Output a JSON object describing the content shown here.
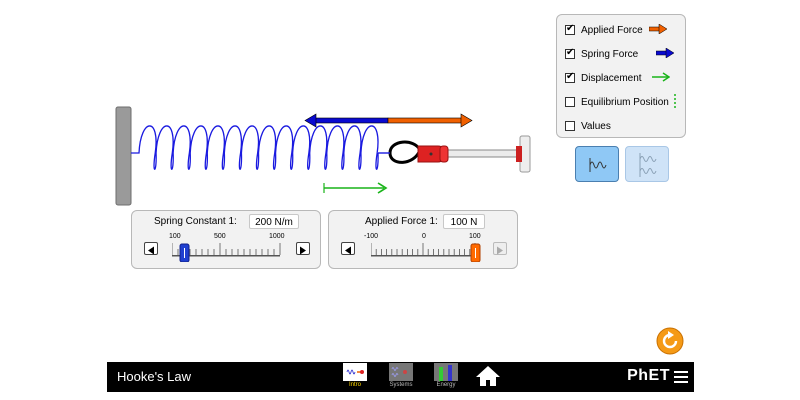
{
  "app": {
    "title": "Hooke's Law"
  },
  "checkboxes": [
    {
      "label": "Applied Force",
      "checked": true,
      "icon": "applied-force-arrow-icon",
      "color": "#f06000"
    },
    {
      "label": "Spring Force",
      "checked": true,
      "icon": "spring-force-arrow-icon",
      "color": "#0a0ad0"
    },
    {
      "label": "Displacement",
      "checked": true,
      "icon": "displacement-arrow-icon",
      "color": "#19b419"
    },
    {
      "label": "Equilibrium Position",
      "checked": false,
      "icon": "equilibrium-line-icon",
      "color": "#19b419"
    },
    {
      "label": "Values",
      "checked": false,
      "icon": "",
      "color": ""
    }
  ],
  "scene_buttons": [
    {
      "name": "one-spring",
      "selected": true
    },
    {
      "name": "two-springs",
      "selected": false
    }
  ],
  "spring_constant": {
    "title": "Spring Constant 1:",
    "value": "200 N/m",
    "ticks": [
      "100",
      "500",
      "1000"
    ],
    "min": 100,
    "max": 1000,
    "current": 200
  },
  "applied_force": {
    "title": "Applied Force 1:",
    "value": "100 N",
    "ticks": [
      "-100",
      "0",
      "100"
    ],
    "min": -100,
    "max": 100,
    "current": 100
  },
  "nav": {
    "screens": [
      {
        "label": "Intro",
        "selected": true
      },
      {
        "label": "Systems",
        "selected": false
      },
      {
        "label": "Energy",
        "selected": false
      }
    ],
    "logo": "PhET"
  },
  "colors": {
    "applied_force": "#f06000",
    "spring_force": "#0a0ad0",
    "displacement": "#19b419",
    "spring": "#1a1ae0",
    "slider_thumb_blue": "#2040d0",
    "slider_thumb_orange": "#ff6a00",
    "reset": "#f59a16"
  }
}
